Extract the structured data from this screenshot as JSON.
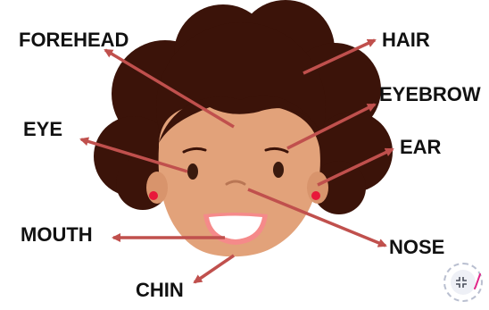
{
  "labels": {
    "forehead": "FOREHEAD",
    "hair": "HAIR",
    "eyebrow": "EYEBROW",
    "eye": "EYE",
    "ear": "EAR",
    "mouth": "MOUTH",
    "nose": "NOSE",
    "chin": "CHIN"
  },
  "colors": {
    "hair": "#3b1309",
    "skin": "#e2a27a",
    "skin_shade": "#c98763",
    "earring": "#e8183a",
    "lips": "#f58a8a",
    "teeth": "#ffffff",
    "eye": "#3a1a0e",
    "arrow": "#c0504d",
    "label_text": "#111111"
  },
  "icons": [
    "zoom-icon",
    "pen-icon"
  ]
}
